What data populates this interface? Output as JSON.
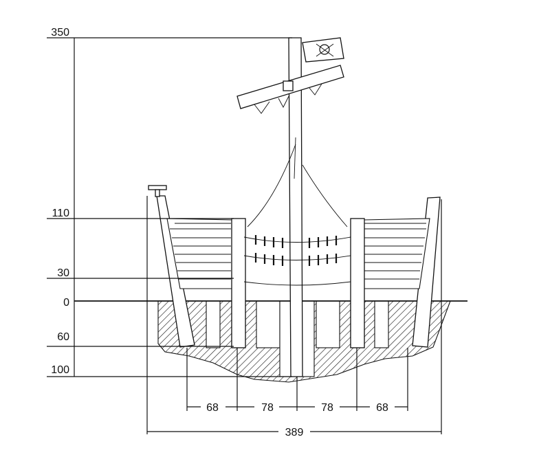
{
  "vertical_dimensions": [
    {
      "label": "350"
    },
    {
      "label": "110"
    },
    {
      "label": "30"
    },
    {
      "label": "0"
    },
    {
      "label": "60"
    },
    {
      "label": "100"
    }
  ],
  "horizontal_dimensions": [
    {
      "label": "68"
    },
    {
      "label": "78"
    },
    {
      "label": "78"
    },
    {
      "label": "68"
    }
  ],
  "overall_width": {
    "label": "389"
  }
}
